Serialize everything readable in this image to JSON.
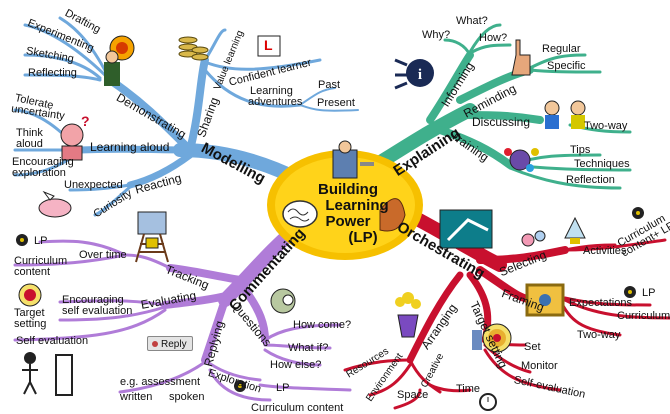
{
  "center": {
    "line1": "Building",
    "line2": "Learning",
    "line3": "Power",
    "line4": "(LP)"
  },
  "branches": {
    "modelling": {
      "label": "Modelling",
      "color": "#6fa8dc",
      "sub": {
        "demonstrating": {
          "label": "Demonstrating",
          "leaves": [
            "Drafting",
            "Experimenting",
            "Sketching",
            "Reflecting"
          ]
        },
        "sharing": {
          "label": "Sharing",
          "leaves": [
            "Value learning",
            "Confident learner",
            "Learning",
            "adventures",
            "Past",
            "Present"
          ]
        },
        "learning_aloud": {
          "label": "Learning aloud",
          "leaves": [
            "Tolerate",
            "uncertainty",
            "Think",
            "aloud",
            "Encouraging",
            "exploration"
          ]
        },
        "reacting": {
          "label": "Reacting",
          "leaves": [
            "Unexpected",
            "Curiosity"
          ]
        }
      }
    },
    "explaining": {
      "label": "Explaining",
      "color": "#3fb08c",
      "sub": {
        "informing": {
          "label": "Informing",
          "leaves": [
            "Why?",
            "What?",
            "How?"
          ]
        },
        "reminding": {
          "label": "Reminding",
          "leaves": [
            "Regular",
            "Specific"
          ]
        },
        "discussing": {
          "label": "Discussing",
          "leaves": [
            "Two-way"
          ]
        },
        "training": {
          "label": "Training",
          "leaves": [
            "Tips",
            "Techniques",
            "Reflection"
          ]
        }
      }
    },
    "orchestrating": {
      "label": "Orchestrating",
      "color": "#c8102e",
      "sub": {
        "selecting": {
          "label": "Selecting",
          "leaves": [
            "Activities",
            "Curriculum",
            "content+ LP"
          ]
        },
        "framing": {
          "label": "Framing",
          "leaves": [
            "Expectations",
            "LP",
            "Curriculum",
            "Two-way"
          ]
        },
        "target_setting": {
          "label": "Target setting",
          "leaves": [
            "Set",
            "Monitor",
            "Self-evaluation"
          ]
        },
        "arranging": {
          "label": "Arranging",
          "leaves": [
            "Resources",
            "Environment",
            "Creative",
            "Time",
            "Space"
          ]
        }
      }
    },
    "commentating": {
      "label": "Commentating",
      "color": "#b07cd8",
      "sub": {
        "tracking": {
          "label": "Tracking",
          "leaves": [
            "LP",
            "Over time",
            "Curriculum",
            "content"
          ]
        },
        "evaluating": {
          "label": "Evaluating",
          "leaves": [
            "Encouraging",
            "self evaluation",
            "Target",
            "setting",
            "Self evaluation"
          ]
        },
        "replying": {
          "label": "Replying",
          "leaves": [
            "Exploration",
            "e.g. assessment",
            "written",
            "spoken",
            "LP",
            "Curriculum content"
          ]
        },
        "questions": {
          "label": "Questions",
          "leaves": [
            "How come?",
            "What if?",
            "How else?"
          ]
        }
      }
    }
  },
  "reply_button": "Reply",
  "sign_L": "L",
  "info_i": "i"
}
